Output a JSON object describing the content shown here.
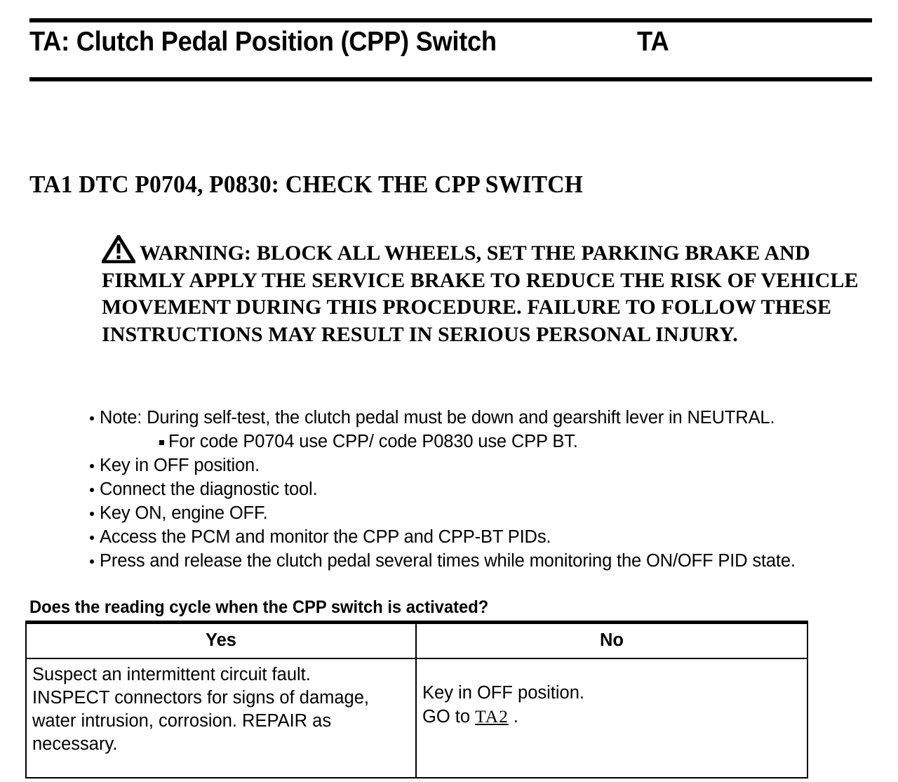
{
  "header": {
    "title": "TA: Clutch Pedal Position (CPP) Switch",
    "code": "TA"
  },
  "section": {
    "title": "TA1 DTC P0704, P0830: CHECK THE CPP SWITCH"
  },
  "warning": {
    "icon": "warning-triangle-icon",
    "text": "WARNING: BLOCK ALL WHEELS, SET THE PARKING BRAKE AND FIRMLY APPLY THE SERVICE BRAKE TO REDUCE THE RISK OF VEHICLE MOVEMENT DURING THIS PROCEDURE. FAILURE TO FOLLOW THESE INSTRUCTIONS MAY RESULT IN SERIOUS PERSONAL INJURY."
  },
  "steps": [
    {
      "level": 1,
      "text": "Note: During self-test, the clutch pedal must be down and gearshift lever in NEUTRAL."
    },
    {
      "level": 2,
      "text": "For code P0704 use CPP/ code P0830 use CPP BT."
    },
    {
      "level": 1,
      "text": "Key in OFF position."
    },
    {
      "level": 1,
      "text": "Connect the diagnostic tool."
    },
    {
      "level": 1,
      "text": "Key ON, engine OFF."
    },
    {
      "level": 1,
      "text": "Access the PCM and monitor the CPP and CPP-BT PIDs."
    },
    {
      "level": 1,
      "text": "Press and release the clutch pedal several times while monitoring the ON/OFF PID state."
    }
  ],
  "question": "Does the reading cycle when the CPP switch is activated?",
  "table": {
    "headers": [
      "Yes",
      "No"
    ],
    "yes_lines": [
      "Suspect an intermittent circuit fault.",
      "INSPECT connectors for signs of damage,",
      "water intrusion, corrosion. REPAIR as",
      "necessary."
    ],
    "no_lines": [
      "Key in OFF position."
    ],
    "no_goto_prefix": "GO to",
    "no_goto_link": "TA2",
    "no_goto_suffix": "."
  },
  "colors": {
    "text": "#000000",
    "background": "#ffffff",
    "rule": "#000000"
  }
}
